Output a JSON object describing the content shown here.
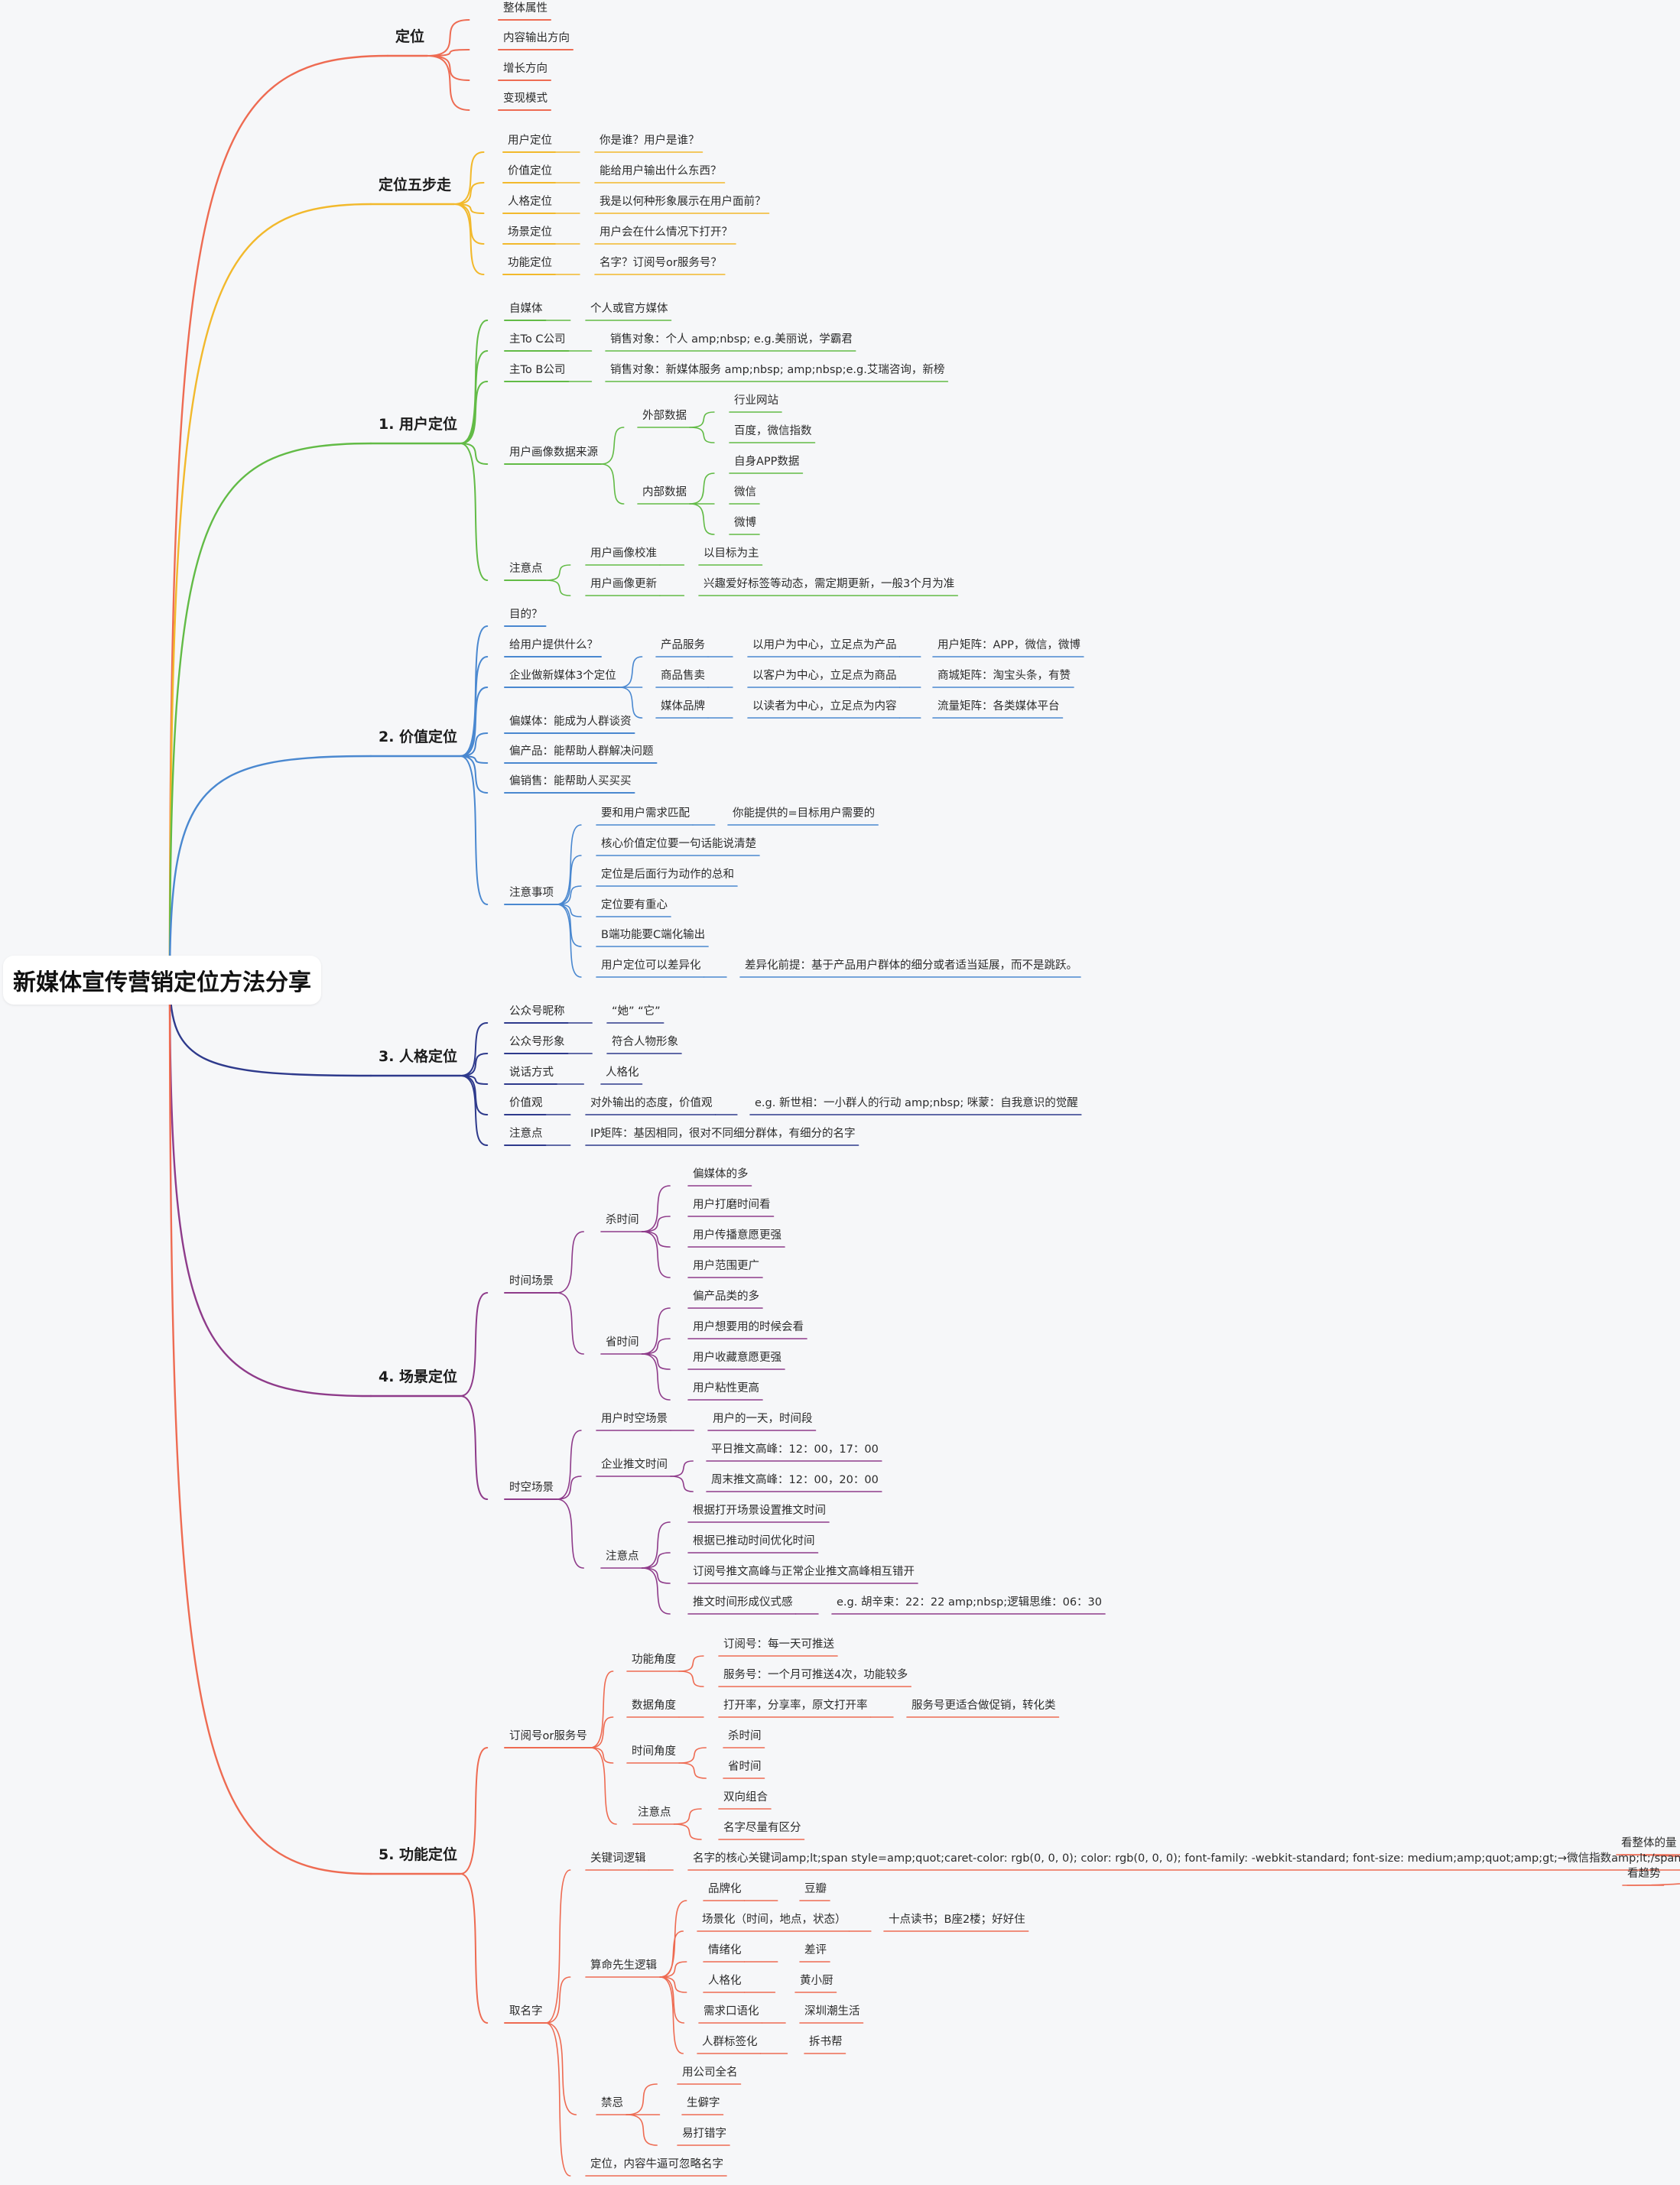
{
  "root": "新媒体宣传营销定位方法分享",
  "branches": [
    {
      "label": "定位",
      "color": "#ee6b52",
      "children": [
        {
          "label": "整体属性"
        },
        {
          "label": "内容输出方向"
        },
        {
          "label": "增长方向"
        },
        {
          "label": "变现模式"
        }
      ]
    },
    {
      "label": "定位五步走",
      "color": "#f2b92c",
      "children": [
        {
          "label": "用户定位",
          "children": [
            {
              "label": "你是谁？用户是谁？"
            }
          ]
        },
        {
          "label": "价值定位",
          "children": [
            {
              "label": "能给用户输出什么东西？"
            }
          ]
        },
        {
          "label": "人格定位",
          "children": [
            {
              "label": "我是以何种形象展示在用户面前？"
            }
          ]
        },
        {
          "label": "场景定位",
          "children": [
            {
              "label": "用户会在什么情况下打开？"
            }
          ]
        },
        {
          "label": "功能定位",
          "children": [
            {
              "label": "名字？订阅号or服务号？"
            }
          ]
        }
      ]
    },
    {
      "label": "1. 用户定位",
      "color": "#62bb46",
      "children": [
        {
          "label": "自媒体",
          "children": [
            {
              "label": "个人或官方媒体"
            }
          ]
        },
        {
          "label": "主To C公司",
          "children": [
            {
              "label": "销售对象：个人 amp;nbsp; e.g.美丽说，学霸君"
            }
          ]
        },
        {
          "label": "主To B公司",
          "children": [
            {
              "label": "销售对象：新媒体服务 amp;nbsp; amp;nbsp;e.g.艾瑞咨询，新榜"
            }
          ]
        },
        {
          "label": "用户画像数据来源",
          "children": [
            {
              "label": "外部数据",
              "children": [
                {
                  "label": "行业网站"
                },
                {
                  "label": "百度，微信指数"
                }
              ]
            },
            {
              "label": "内部数据",
              "children": [
                {
                  "label": "自身APP数据"
                },
                {
                  "label": "微信"
                },
                {
                  "label": "微博"
                }
              ]
            }
          ]
        },
        {
          "label": "注意点",
          "children": [
            {
              "label": "用户画像校准",
              "children": [
                {
                  "label": "以目标为主"
                }
              ]
            },
            {
              "label": "用户画像更新",
              "children": [
                {
                  "label": "兴趣爱好标签等动态，需定期更新，一般3个月为准"
                }
              ]
            }
          ]
        }
      ]
    },
    {
      "label": "2. 价值定位",
      "color": "#4a88d0",
      "children": [
        {
          "label": "目的？"
        },
        {
          "label": "给用户提供什么？"
        },
        {
          "label": "企业做新媒体3个定位",
          "children": [
            {
              "label": "产品服务",
              "children": [
                {
                  "label": "以用户为中心，立足点为产品",
                  "children": [
                    {
                      "label": "用户矩阵：APP，微信，微博"
                    }
                  ]
                }
              ]
            },
            {
              "label": "商品售卖",
              "children": [
                {
                  "label": "以客户为中心，立足点为商品",
                  "children": [
                    {
                      "label": "商城矩阵：淘宝头条，有赞"
                    }
                  ]
                }
              ]
            },
            {
              "label": "媒体品牌",
              "children": [
                {
                  "label": "以读者为中心，立足点为内容",
                  "children": [
                    {
                      "label": "流量矩阵：各类媒体平台"
                    }
                  ]
                }
              ]
            }
          ]
        },
        {
          "label": "偏媒体：能成为人群谈资"
        },
        {
          "label": "偏产品：能帮助人群解决问题"
        },
        {
          "label": "偏销售：能帮助人买买买"
        },
        {
          "label": "注意事项",
          "children": [
            {
              "label": "要和用户需求匹配",
              "children": [
                {
                  "label": "你能提供的=目标用户需要的"
                }
              ]
            },
            {
              "label": "核心价值定位要一句话能说清楚"
            },
            {
              "label": "定位是后面行为动作的总和"
            },
            {
              "label": "定位要有重心"
            },
            {
              "label": "B端功能要C端化输出"
            },
            {
              "label": "用户定位可以差异化",
              "children": [
                {
                  "label": "差异化前提：基于产品用户群体的细分或者适当延展，而不是跳跃。"
                }
              ]
            }
          ]
        }
      ]
    },
    {
      "label": "3. 人格定位",
      "color": "#2e3a8c",
      "children": [
        {
          "label": "公众号昵称",
          "children": [
            {
              "label": "“她” “它”"
            }
          ]
        },
        {
          "label": "公众号形象",
          "children": [
            {
              "label": "符合人物形象"
            }
          ]
        },
        {
          "label": "说话方式",
          "children": [
            {
              "label": "人格化"
            }
          ]
        },
        {
          "label": "价值观",
          "children": [
            {
              "label": "对外输出的态度，价值观",
              "children": [
                {
                  "label": "e.g. 新世相：一小群人的行动 amp;nbsp; 咪蒙：自我意识的觉醒"
                }
              ]
            }
          ]
        },
        {
          "label": "注意点",
          "children": [
            {
              "label": "IP矩阵：基因相同，很对不同细分群体，有细分的名字"
            }
          ]
        }
      ]
    },
    {
      "label": "4. 场景定位",
      "color": "#8e3b8a",
      "children": [
        {
          "label": "时间场景",
          "children": [
            {
              "label": "杀时间",
              "children": [
                {
                  "label": "偏媒体的多"
                },
                {
                  "label": "用户打磨时间看"
                },
                {
                  "label": "用户传播意愿更强"
                },
                {
                  "label": "用户范围更广"
                }
              ]
            },
            {
              "label": "省时间",
              "children": [
                {
                  "label": "偏产品类的多"
                },
                {
                  "label": "用户想要用的时候会看"
                },
                {
                  "label": "用户收藏意愿更强"
                },
                {
                  "label": "用户粘性更高"
                }
              ]
            }
          ]
        },
        {
          "label": "时空场景",
          "children": [
            {
              "label": "用户时空场景",
              "children": [
                {
                  "label": "用户的一天，时间段"
                }
              ]
            },
            {
              "label": "企业推文时间",
              "children": [
                {
                  "label": "平日推文高峰：12：00，17：00"
                },
                {
                  "label": "周末推文高峰：12：00，20：00"
                }
              ]
            },
            {
              "label": "注意点",
              "children": [
                {
                  "label": "根据打开场景设置推文时间"
                },
                {
                  "label": "根据已推动时间优化时间"
                },
                {
                  "label": "订阅号推文高峰与正常企业推文高峰相互错开"
                },
                {
                  "label": "推文时间形成仪式感",
                  "children": [
                    {
                      "label": "e.g. 胡辛束：22：22 amp;nbsp;逻辑思维：06：30"
                    }
                  ]
                }
              ]
            }
          ]
        }
      ]
    },
    {
      "label": "5. 功能定位",
      "color": "#ee6b52",
      "children": [
        {
          "label": "订阅号or服务号",
          "children": [
            {
              "label": "功能角度",
              "children": [
                {
                  "label": "订阅号：每一天可推送"
                },
                {
                  "label": "服务号：一个月可推送4次，功能较多"
                }
              ]
            },
            {
              "label": "数据角度",
              "children": [
                {
                  "label": "打开率，分享率，原文打开率",
                  "children": [
                    {
                      "label": "服务号更适合做促销，转化类"
                    }
                  ]
                }
              ]
            },
            {
              "label": "时间角度",
              "children": [
                {
                  "label": "杀时间"
                },
                {
                  "label": "省时间"
                }
              ]
            },
            {
              "label": "注意点",
              "children": [
                {
                  "label": "双向组合"
                },
                {
                  "label": "名字尽量有区分"
                }
              ]
            }
          ]
        },
        {
          "label": "取名字",
          "children": [
            {
              "label": "关键词逻辑",
              "children": [
                {
                  "label": "名字的核心关键词amp;lt;span style=amp;quot;caret-color: rgb(0, 0, 0); color: rgb(0, 0, 0); font-family: -webkit-standard; font-size: medium;amp;quot;amp;gt;→微信指数amp;lt;/spanamp;gt;",
                  "children": [
                    {
                      "label": "看整体的量"
                    },
                    {
                      "label": "看趋势"
                    }
                  ]
                }
              ]
            },
            {
              "label": "算命先生逻辑",
              "children": [
                {
                  "label": "品牌化",
                  "children": [
                    {
                      "label": "豆瓣"
                    }
                  ]
                },
                {
                  "label": "场景化（时间，地点，状态）",
                  "children": [
                    {
                      "label": "十点读书；B座2楼；好好住"
                    }
                  ]
                },
                {
                  "label": "情绪化",
                  "children": [
                    {
                      "label": "差评"
                    }
                  ]
                },
                {
                  "label": "人格化",
                  "children": [
                    {
                      "label": "黄小厨"
                    }
                  ]
                },
                {
                  "label": "需求口语化",
                  "children": [
                    {
                      "label": "深圳潮生活"
                    }
                  ]
                },
                {
                  "label": "人群标签化",
                  "children": [
                    {
                      "label": "拆书帮"
                    }
                  ]
                }
              ]
            },
            {
              "label": "禁忌",
              "children": [
                {
                  "label": "用公司全名"
                },
                {
                  "label": "生僻字"
                },
                {
                  "label": "易打错字"
                }
              ]
            },
            {
              "label": "定位，内容牛逼可忽略名字"
            }
          ]
        }
      ]
    }
  ]
}
